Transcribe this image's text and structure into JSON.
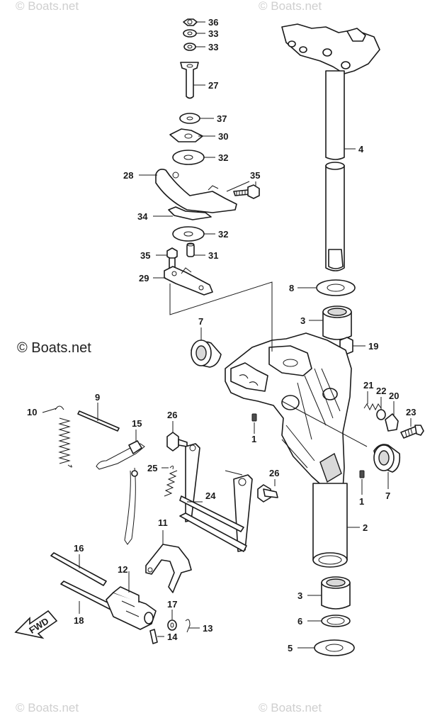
{
  "watermarks": {
    "top_left": "© Boats.net",
    "top_right": "© Boats.net",
    "middle": "© Boats.net",
    "bottom_left": "© Boats.net",
    "bottom_right": "© Boats.net"
  },
  "direction_label": "FWD",
  "callouts": {
    "p36": "36",
    "p33a": "33",
    "p33b": "33",
    "p27": "27",
    "p37": "37",
    "p30": "30",
    "p32a": "32",
    "p28": "28",
    "p35a": "35",
    "p34": "34",
    "p32b": "32",
    "p35b": "35",
    "p31": "31",
    "p29": "29",
    "p4": "4",
    "p8": "8",
    "p3a": "3",
    "p19": "19",
    "p7a": "7",
    "p21": "21",
    "p22": "22",
    "p20": "20",
    "p23": "23",
    "p9": "9",
    "p10": "10",
    "p15": "15",
    "p26a": "26",
    "p1a": "1",
    "p7b": "7",
    "p25": "25",
    "p26b": "26",
    "p1b": "1",
    "p24": "24",
    "p11": "11",
    "p2": "2",
    "p16": "16",
    "p12": "12",
    "p18": "18",
    "p17": "17",
    "p13": "13",
    "p14": "14",
    "p3b": "3",
    "p6": "6",
    "p5": "5"
  }
}
